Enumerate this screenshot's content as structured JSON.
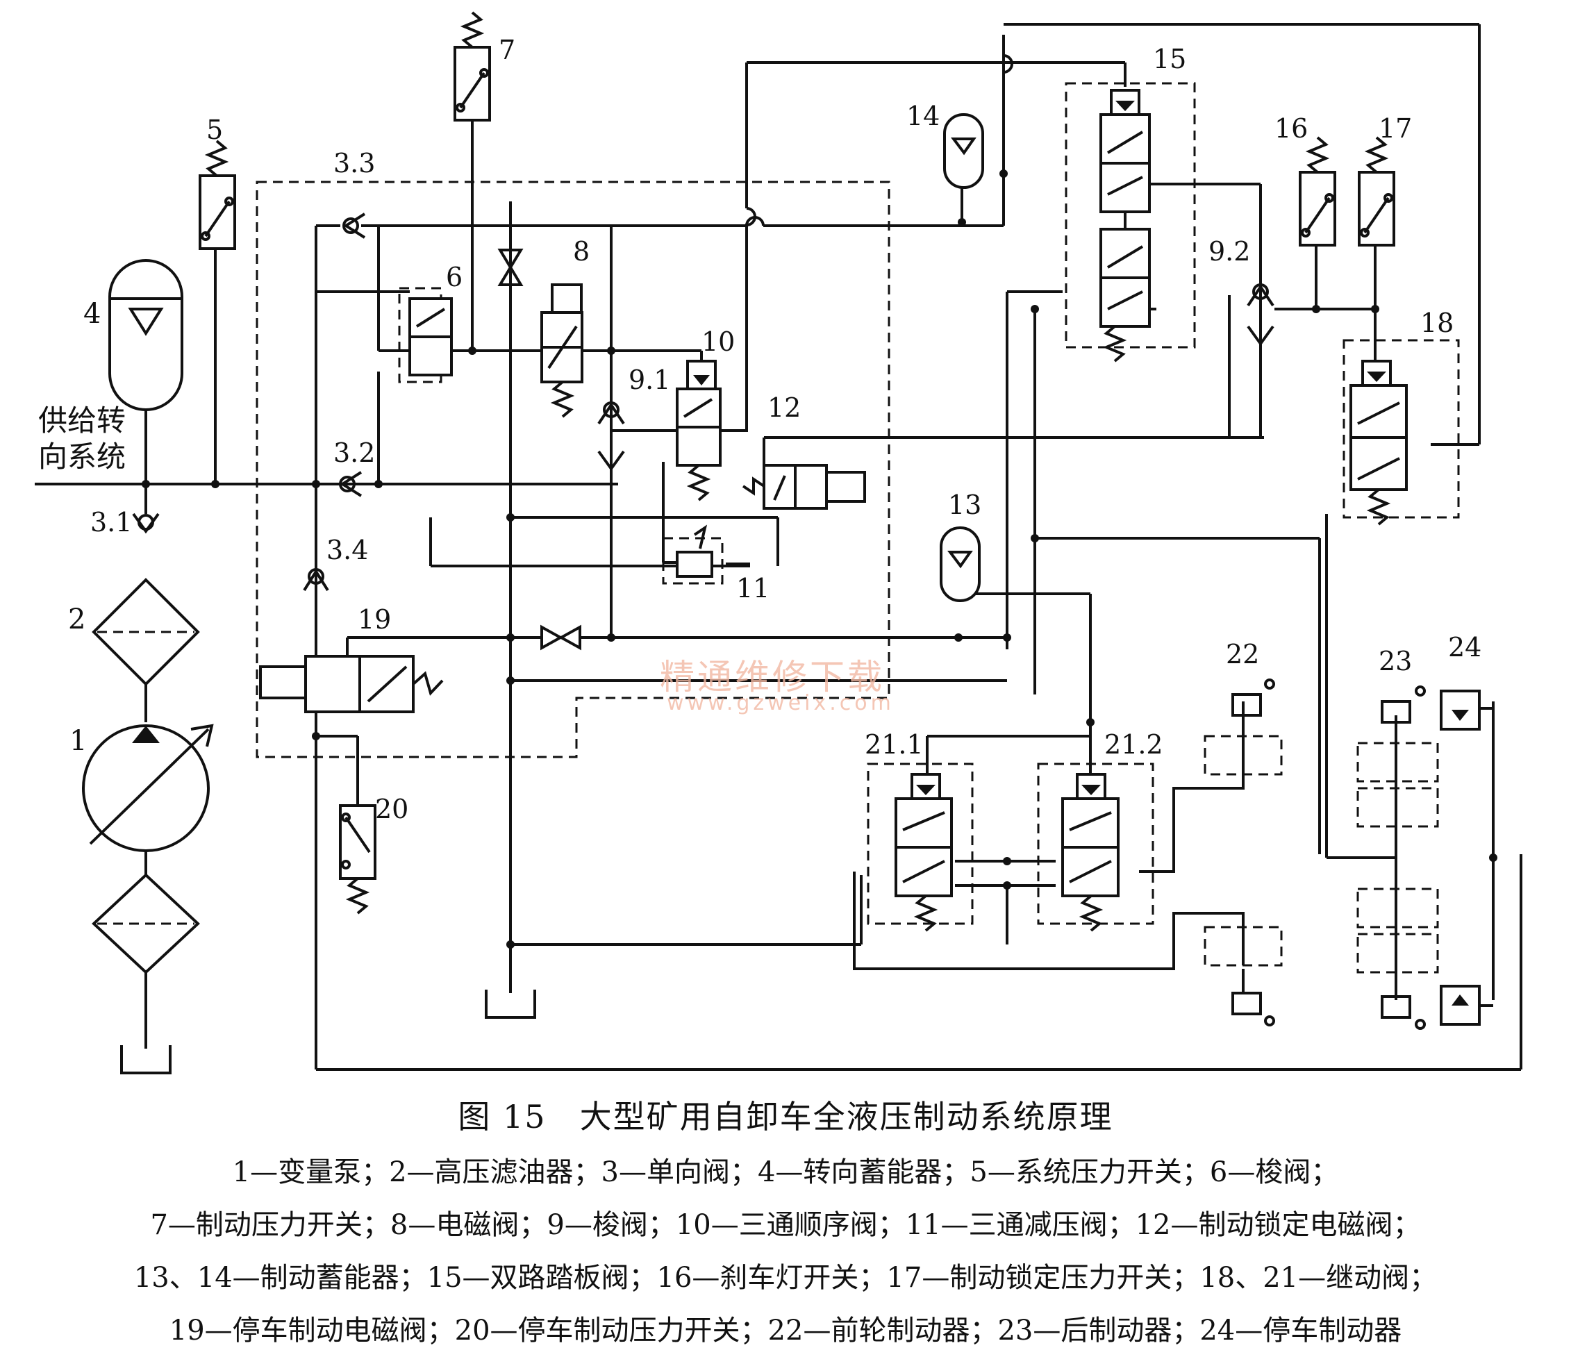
{
  "diagram": {
    "supply_label_line1": "供给转",
    "supply_label_line2": "向系统",
    "labels": {
      "c1": "1",
      "c2": "2",
      "c31": "3.1",
      "c32": "3.2",
      "c33": "3.3",
      "c34": "3.4",
      "c4": "4",
      "c5": "5",
      "c6": "6",
      "c7": "7",
      "c8": "8",
      "c91": "9.1",
      "c92": "9.2",
      "c10": "10",
      "c11": "11",
      "c12": "12",
      "c13": "13",
      "c14": "14",
      "c15": "15",
      "c16": "16",
      "c17": "17",
      "c18": "18",
      "c19": "19",
      "c20": "20",
      "c211": "21.1",
      "c212": "21.2",
      "c22": "22",
      "c23": "23",
      "c24": "24"
    },
    "watermark": "精通维修下载",
    "watermark_url": "www.gzweix.com"
  },
  "caption": "图 15　大型矿用自卸车全液压制动系统原理",
  "legend": [
    "1—变量泵；2—高压滤油器；3—单向阀；4—转向蓄能器；5—系统压力开关；6—梭阀；",
    "7—制动压力开关；8—电磁阀；9—梭阀；10—三通顺序阀；11—三通减压阀；12—制动锁定电磁阀；",
    "13、14—制动蓄能器；15—双路踏板阀；16—刹车灯开关；17—制动锁定压力开关；18、21—继动阀；",
    "19—停车制动电磁阀；20—停车制动压力开关；22—前轮制动器；23—后制动器；24—停车制动器"
  ]
}
